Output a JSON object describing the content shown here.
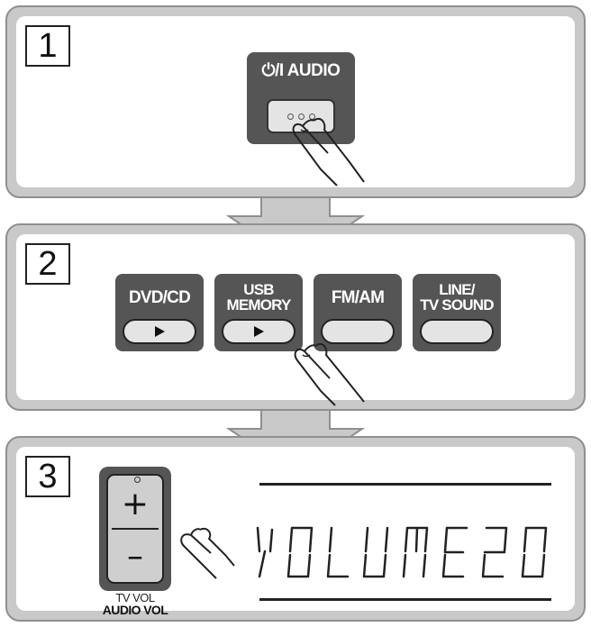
{
  "steps": [
    {
      "number": "1"
    },
    {
      "number": "2"
    },
    {
      "number": "3"
    }
  ],
  "power": {
    "label": "⏻/I AUDIO",
    "icon": "power-icon"
  },
  "sources": [
    {
      "label": "DVD/CD",
      "has_play": true
    },
    {
      "label": "USB\nMEMORY",
      "has_play": true
    },
    {
      "label": "FM/AM",
      "has_play": false
    },
    {
      "label": "LINE/\nTV SOUND",
      "has_play": false
    }
  ],
  "volume": {
    "plus": "+",
    "minus": "–",
    "label_top": "TV VOL",
    "label_bottom": "AUDIO VOL"
  },
  "display": {
    "text": "VOLUME 20"
  },
  "colors": {
    "panel": "#c9c9c9",
    "button": "#555555",
    "key": "#e4e4e4"
  }
}
